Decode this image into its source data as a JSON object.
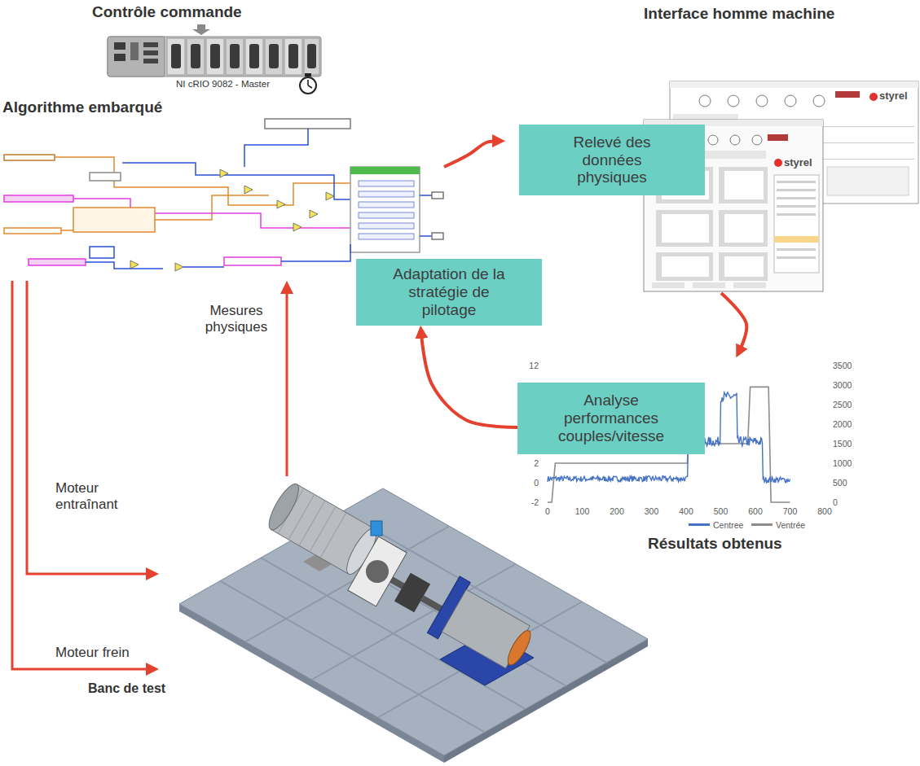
{
  "diagram": {
    "nodes": [
      {
        "text": [
          "Contrôle commande",
          "NI cRIO 9082 - Master"
        ]
      },
      {
        "text": [
          "Algorithme embarqué"
        ]
      },
      {
        "text": [
          "Interface homme machine"
        ]
      },
      {
        "text": [
          "Relevé des données physiques"
        ],
        "in": 2
      },
      {
        "text": [
          "Adaptation de la stratégie de pilotage"
        ]
      },
      {
        "text": [
          "Résultats obtenus"
        ]
      },
      {
        "text": [
          "Analyse performances couples/vitesse"
        ],
        "in": 5
      },
      {
        "text": [
          "Banc de test"
        ]
      }
    ],
    "edges": [
      {
        "from": 1,
        "to": 2,
        "arrow": "to"
      },
      {
        "from": 2,
        "to": 5,
        "arrow": "to"
      },
      {
        "from": 6,
        "to": 4,
        "arrow": "to"
      },
      {
        "from": 1,
        "to": 7,
        "arrow": "to",
        "label": "Moteur entraînant"
      },
      {
        "from": 1,
        "to": 7,
        "arrow": "to",
        "label": "Moteur frein"
      },
      {
        "from": 7,
        "to": 1,
        "arrow": "to",
        "label": "Mesures physiques"
      }
    ],
    "labels": [
      "styrel",
      "styrel",
      "12",
      "2",
      "0",
      "-2",
      "3500",
      "3000",
      "2500",
      "2000",
      "1500",
      "1000",
      "500",
      "0",
      "0",
      "100",
      "200",
      "300",
      "400",
      "500",
      "600",
      "700",
      "800"
    ],
    "legend": [
      {
        "text": "Centree"
      },
      {
        "text": "Ventrée"
      }
    ]
  }
}
